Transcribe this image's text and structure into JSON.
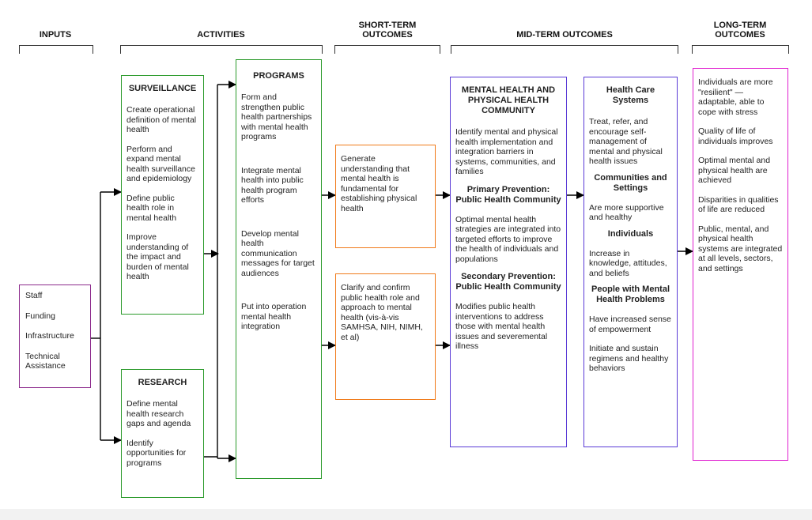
{
  "headers": {
    "inputs": "INPUTS",
    "activities": "ACTIVITIES",
    "short_term_1": "SHORT-TERM",
    "short_term_2": "OUTCOMES",
    "mid_term": "MID-TERM OUTCOMES",
    "long_term_1": "LONG-TERM",
    "long_term_2": "OUTCOMES"
  },
  "inputs": [
    "Staff",
    "Funding",
    "Infrastructure",
    "Technical Assistance"
  ],
  "surveillance": {
    "title": "SURVEILLANCE",
    "items": [
      "Create operational definition of mental health",
      "Perform and expand mental health surveillance and epidemiology",
      "Define public health role in mental health",
      "Improve understanding of the impact and burden of mental health"
    ]
  },
  "research": {
    "title": "RESEARCH",
    "items": [
      "Define mental health research gaps and agenda",
      "Identify opportunities for programs"
    ]
  },
  "programs": {
    "title": "PROGRAMS",
    "items": [
      "Form and strengthen public health partnerships with mental health programs",
      "Integrate mental health into public health program efforts",
      "Develop mental health communication messages for target audiences",
      "Put into operation mental health integration"
    ]
  },
  "short_term": {
    "a": "Generate understanding that mental health is fundamental for establishing physical health",
    "b": "Clarify and confirm public health role and approach to mental health (vis-à-vis SAMHSA, NIH, NIMH, et al)"
  },
  "mid1": {
    "title": "MENTAL HEALTH AND PHYSICAL HEALTH COMMUNITY",
    "text1": "Identify mental and physical health implementation and integration barriers in systems, communities, and families",
    "sub2": "Primary Prevention: Public Health Community",
    "text2": "Optimal mental health strategies are integrated into targeted efforts to improve the health of individuals and populations",
    "sub3": "Secondary Prevention: Public Health Community",
    "text3": "Modifies public health interventions to address those with mental health issues and severemental illness"
  },
  "mid2": {
    "title": "Health Care Systems",
    "text1": "Treat, refer, and encourage self-management of mental and physical health issues",
    "sub2": "Communities and Settings",
    "text2": "Are more supportive and healthy",
    "sub3": "Individuals",
    "text3": "Increase in knowledge, attitudes, and beliefs",
    "sub4": "People with Mental Health Problems",
    "text4a": "Have increased sense of empowerment",
    "text4b": "Initiate and sustain regimens and healthy behaviors"
  },
  "long_term": {
    "items": [
      "Individuals are more \"resilient\" — adaptable, able to cope with stress",
      "Quality of life of individuals improves",
      "Optimal mental and physical health are achieved",
      "Disparities in qualities of life are reduced",
      "Public, mental, and physical health systems are integrated at all levels, sectors, and settings"
    ]
  }
}
